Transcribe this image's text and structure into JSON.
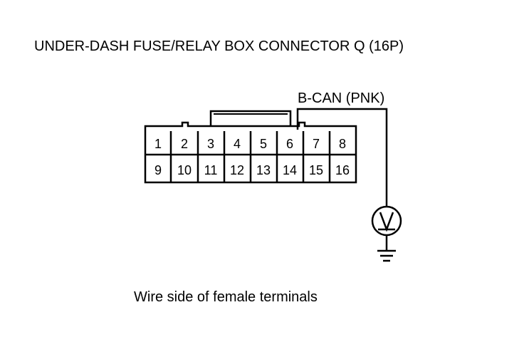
{
  "title": "UNDER-DASH FUSE/RELAY BOX CONNECTOR Q (16P)",
  "wire_label": "B-CAN (PNK)",
  "caption": "Wire side of female terminals",
  "connector": {
    "pins_row1": [
      "1",
      "2",
      "3",
      "4",
      "5",
      "6",
      "7",
      "8"
    ],
    "pins_row2": [
      "9",
      "10",
      "11",
      "12",
      "13",
      "14",
      "15",
      "16"
    ]
  },
  "meter_symbol": "V",
  "icons": {
    "voltmeter": "voltmeter-icon",
    "ground": "ground-icon"
  }
}
